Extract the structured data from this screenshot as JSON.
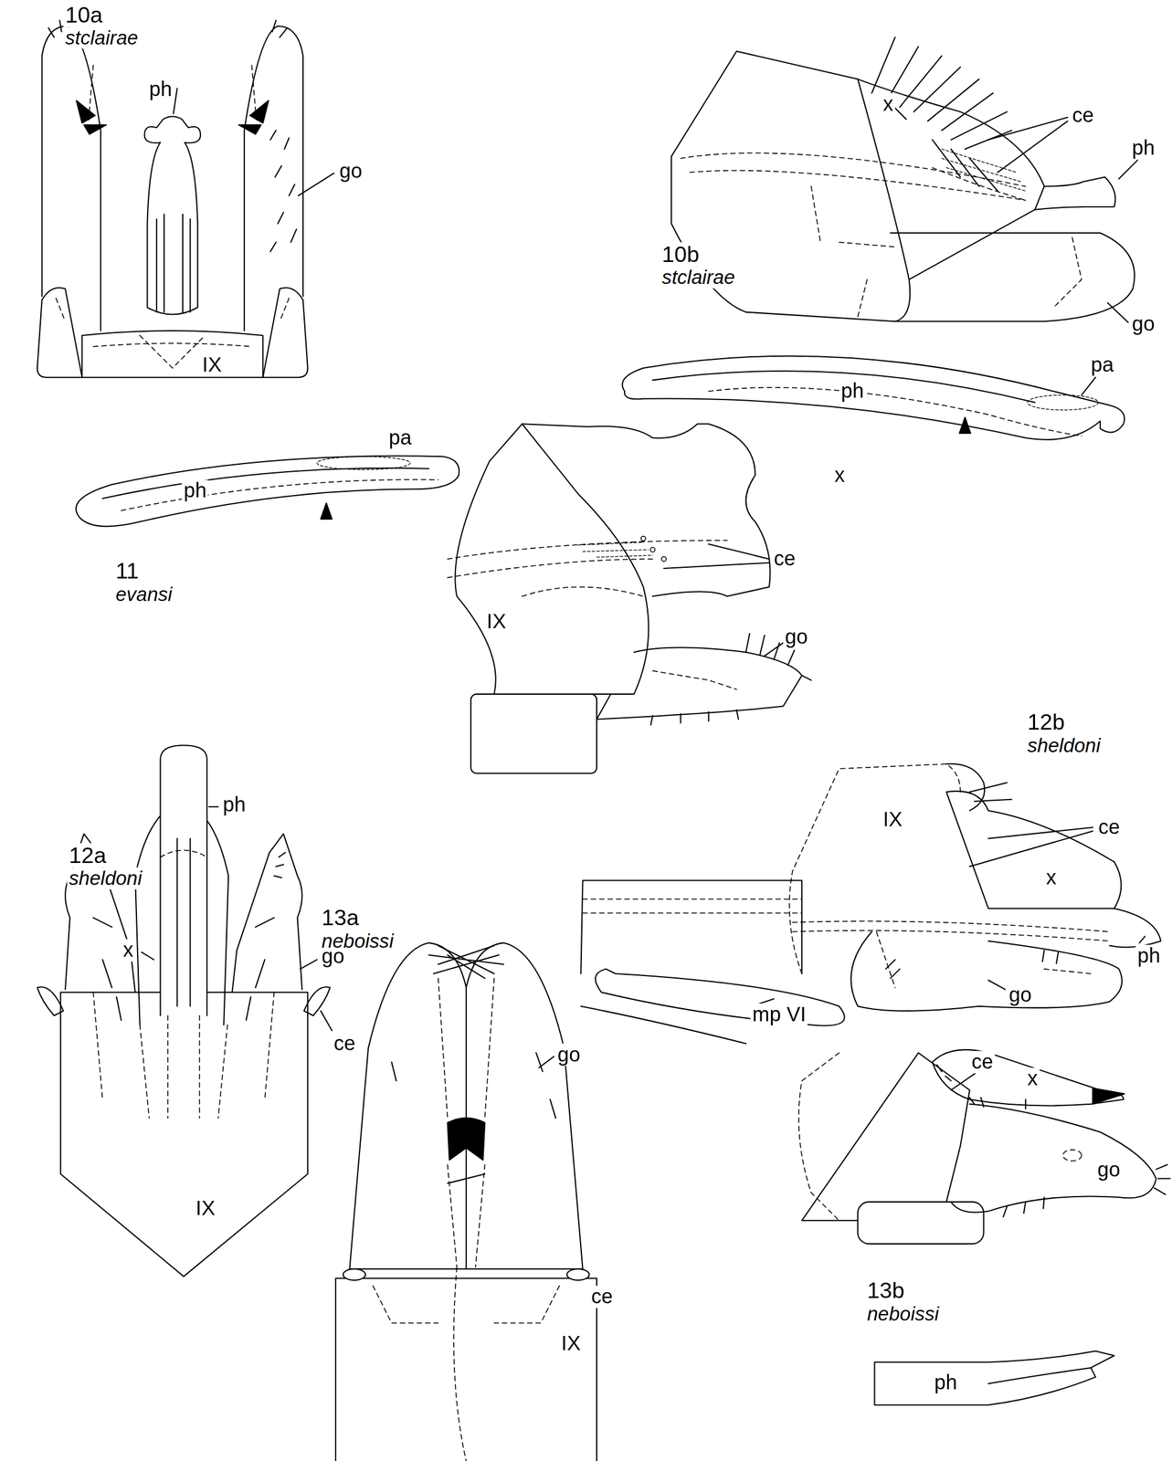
{
  "diagram": {
    "labels": [
      "10a",
      "stclairae",
      "ph",
      "go",
      "IX",
      "x",
      "ce",
      "ph",
      "10b",
      "stclairae",
      "go",
      "pa",
      "ph",
      "pa",
      "ph",
      "11",
      "evansi",
      "x",
      "ce",
      "IX",
      "go",
      "12b",
      "sheldoni",
      "12a",
      "sheldoni",
      "ph",
      "x",
      "go",
      "ce",
      "IX",
      "IX",
      "ce",
      "x",
      "ph",
      "go",
      "mp VI",
      "13a",
      "neboissi",
      "go",
      "ce",
      "IX",
      "ce",
      "x",
      "go",
      "13b",
      "neboissi",
      "ph"
    ]
  }
}
